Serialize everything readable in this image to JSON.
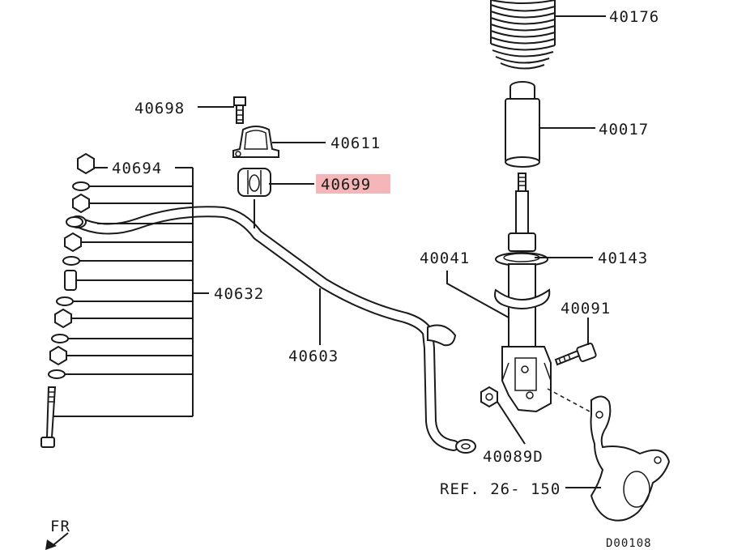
{
  "labels": {
    "p40176": "40176",
    "p40017": "40017",
    "p40698": "40698",
    "p40611": "40611",
    "p40694": "40694",
    "p40699": "40699",
    "p40632": "40632",
    "p40041": "40041",
    "p40143": "40143",
    "p40091": "40091",
    "p40603": "40603",
    "p40089d": "40089D",
    "ref": "REF. 26- 150",
    "fr": "FR",
    "code": "D00108"
  },
  "highlight": {
    "part": "40699",
    "color": "#f4b6b8"
  }
}
